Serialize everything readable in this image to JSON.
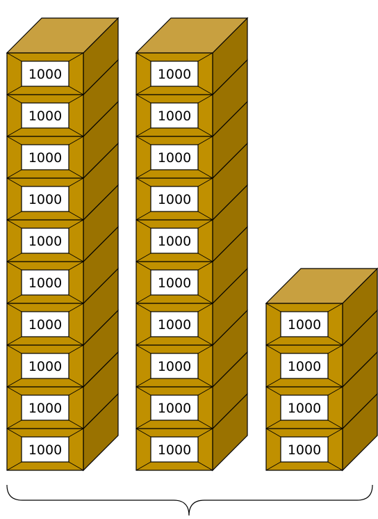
{
  "colors": {
    "front": "#c09000",
    "top": "#c8a040",
    "side": "#9a7200",
    "label_bg": "#ffffff",
    "stroke": "#000000"
  },
  "stacks": [
    {
      "blocks": [
        {
          "label": "1000"
        },
        {
          "label": "1000"
        },
        {
          "label": "1000"
        },
        {
          "label": "1000"
        },
        {
          "label": "1000"
        },
        {
          "label": "1000"
        },
        {
          "label": "1000"
        },
        {
          "label": "1000"
        },
        {
          "label": "1000"
        },
        {
          "label": "1000"
        }
      ]
    },
    {
      "blocks": [
        {
          "label": "1000"
        },
        {
          "label": "1000"
        },
        {
          "label": "1000"
        },
        {
          "label": "1000"
        },
        {
          "label": "1000"
        },
        {
          "label": "1000"
        },
        {
          "label": "1000"
        },
        {
          "label": "1000"
        },
        {
          "label": "1000"
        },
        {
          "label": "1000"
        }
      ]
    },
    {
      "blocks": [
        {
          "label": "1000"
        },
        {
          "label": "1000"
        },
        {
          "label": "1000"
        },
        {
          "label": "1000"
        }
      ]
    }
  ]
}
